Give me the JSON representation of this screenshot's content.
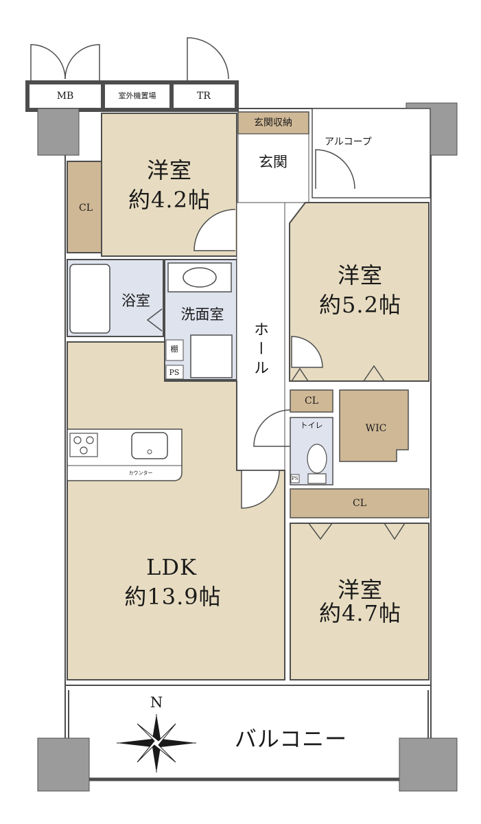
{
  "rooms": {
    "western1": {
      "name": "洋室",
      "size": "約4.2帖"
    },
    "western2": {
      "name": "洋室",
      "size": "約5.2帖"
    },
    "western3": {
      "name": "洋室",
      "size": "約4.7帖"
    },
    "ldk": {
      "name": "LDK",
      "size": "約13.9帖"
    }
  },
  "labels": {
    "mb": "MB",
    "outdoor_unit": "室外機置場",
    "tr": "TR",
    "entrance_storage": "玄関収納",
    "entrance": "玄関",
    "alcove": "アルコープ",
    "cl_west": "CL",
    "bath": "浴室",
    "washroom": "洗面室",
    "shelf": "棚",
    "ps_wash": "PS",
    "hall": "ホール",
    "cl_mid": "CL",
    "wic": "WIC",
    "toilet": "トイレ",
    "ps_toilet": "PS",
    "cl_wide": "CL",
    "counter": "カウンター",
    "balcony": "バルコニー",
    "north": "N"
  },
  "colors": {
    "room_fill": "#e7dcc1",
    "closet_fill": "#cfb896",
    "wet_fill": "#dfe3ee",
    "column_fill": "#9b9b9b",
    "wall": "#4d4d4d",
    "white": "#ffffff"
  }
}
